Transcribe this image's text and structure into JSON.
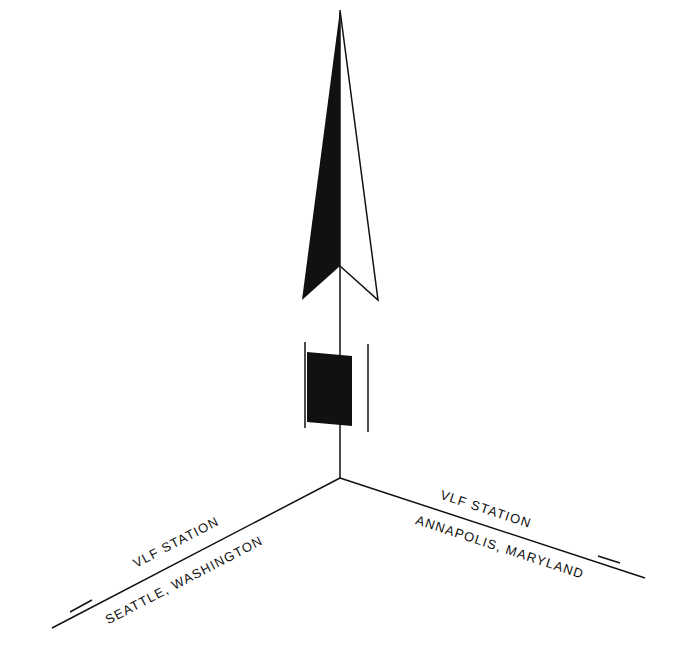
{
  "diagram": {
    "labels": [
      "VLF STATION",
      "SEATTLE, WASHINGTON",
      "VLF STATION",
      "ANNAPOLIS, MARYLAND"
    ]
  }
}
